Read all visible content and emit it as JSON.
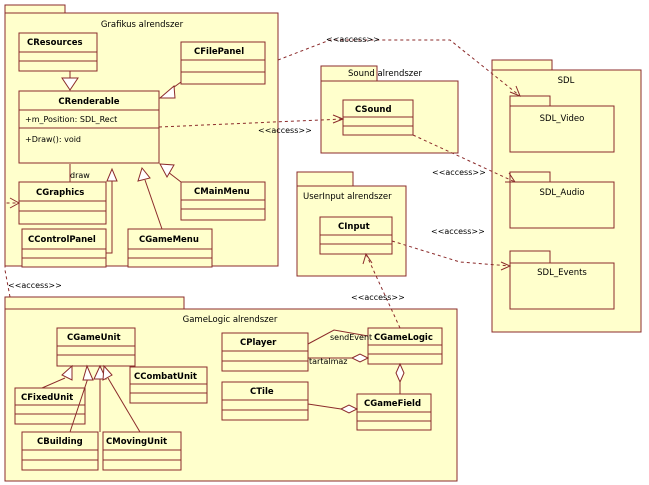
{
  "packages": {
    "grafikus": "Grafikus alrendszer",
    "sound": "Sound alrendszer",
    "userinput": "UserInput alrendszer",
    "sdl": "SDL",
    "gamelogic": "GameLogic alrendszer"
  },
  "classes": {
    "cresources": "CResources",
    "cfilepanel": "CFilePanel",
    "crenderable": "CRenderable",
    "cgraphics": "CGraphics",
    "cmainmenu": "CMainMenu",
    "ccontrolpanel": "CControlPanel",
    "cgamemenu": "CGameMenu",
    "csound": "CSound",
    "cinput": "CInput",
    "sdl_video": "SDL_Video",
    "sdl_audio": "SDL_Audio",
    "sdl_events": "SDL_Events",
    "cgameunit": "CGameUnit",
    "ccombatunit": "CCombatUnit",
    "cfixedunit": "CFixedUnit",
    "cbuilding": "CBuilding",
    "cmovingunit": "CMovingUnit",
    "cplayer": "CPlayer",
    "cgamelogic": "CGameLogic",
    "ctile": "CTile",
    "cgamefield": "CGameField"
  },
  "members": {
    "crenderable_attr": "+m_Position: SDL_Rect",
    "crenderable_op": "+Draw(): void"
  },
  "labels": {
    "access": "<<access>>",
    "draw": "draw",
    "sendevent": "sendEvent",
    "tartalmaz": "tartalmaz"
  }
}
